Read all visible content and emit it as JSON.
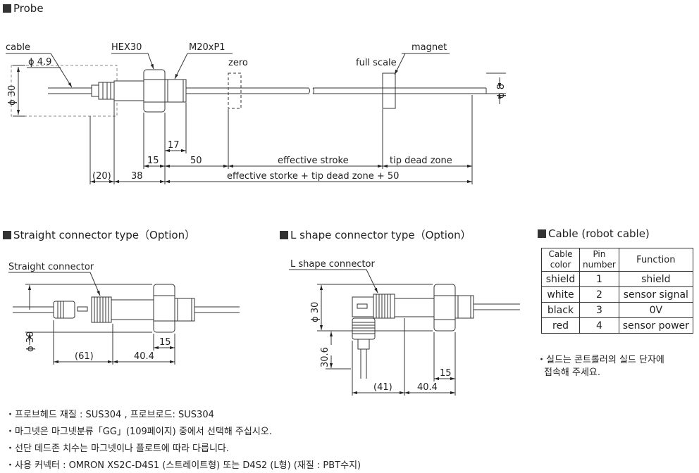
{
  "sections": {
    "probe": "Probe",
    "straight": "Straight connector type（Option）",
    "lshape": "L shape connector type（Option）",
    "cable": "Cable (robot cable)"
  },
  "probe_labels": {
    "cable": "cable",
    "phi49": "ϕ 4.9",
    "hex": "HEX30",
    "thread": "M20xP1",
    "zero": "zero",
    "full_scale": "full scale",
    "magnet": "magnet",
    "phi30": "ϕ 30",
    "phi8": "ϕ 8",
    "d17": "17",
    "d15": "15",
    "d50": "50",
    "effective_stroke": "effective stroke",
    "tip_dead_zone": "tip dead zone",
    "d20": "(20)",
    "d38": "38",
    "total": "effective storke + tip dead zone + 50"
  },
  "straight_labels": {
    "connector": "Straight connector",
    "phi30": "ϕ 30",
    "d61": "(61)",
    "d404": "40.4",
    "d15": "15"
  },
  "lshape_labels": {
    "connector": "L shape connector",
    "phi30": "ϕ 30",
    "d306": "30.6",
    "d41": "(41)",
    "d404": "40.4",
    "d15": "15"
  },
  "cable_table": {
    "headers": [
      "Cable color",
      "Pin number",
      "Function"
    ],
    "rows": [
      [
        "shield",
        "1",
        "shield"
      ],
      [
        "white",
        "2",
        "sensor signal"
      ],
      [
        "black",
        "3",
        "0V"
      ],
      [
        "red",
        "4",
        "sensor power"
      ]
    ],
    "note_line1": "・실드는 콘트롤러의 실드 단자에",
    "note_line2": "접속해 주세요."
  },
  "footnotes": [
    "・프로브헤드 재질 : SUS304 , 프로브로드: SUS304",
    "・마그넷은 마그넷분류「GG」(109페이지) 중에서 선택해 주십시오.",
    "・선단 데드존 치수는 마그넷이나 플로트에 따라 다릅니다.",
    "・사용 커넥터 : OMRON XS2C-D4S1 (스트레이트형) 또는 D4S2 (L형) (재질 : PBT수지)"
  ]
}
